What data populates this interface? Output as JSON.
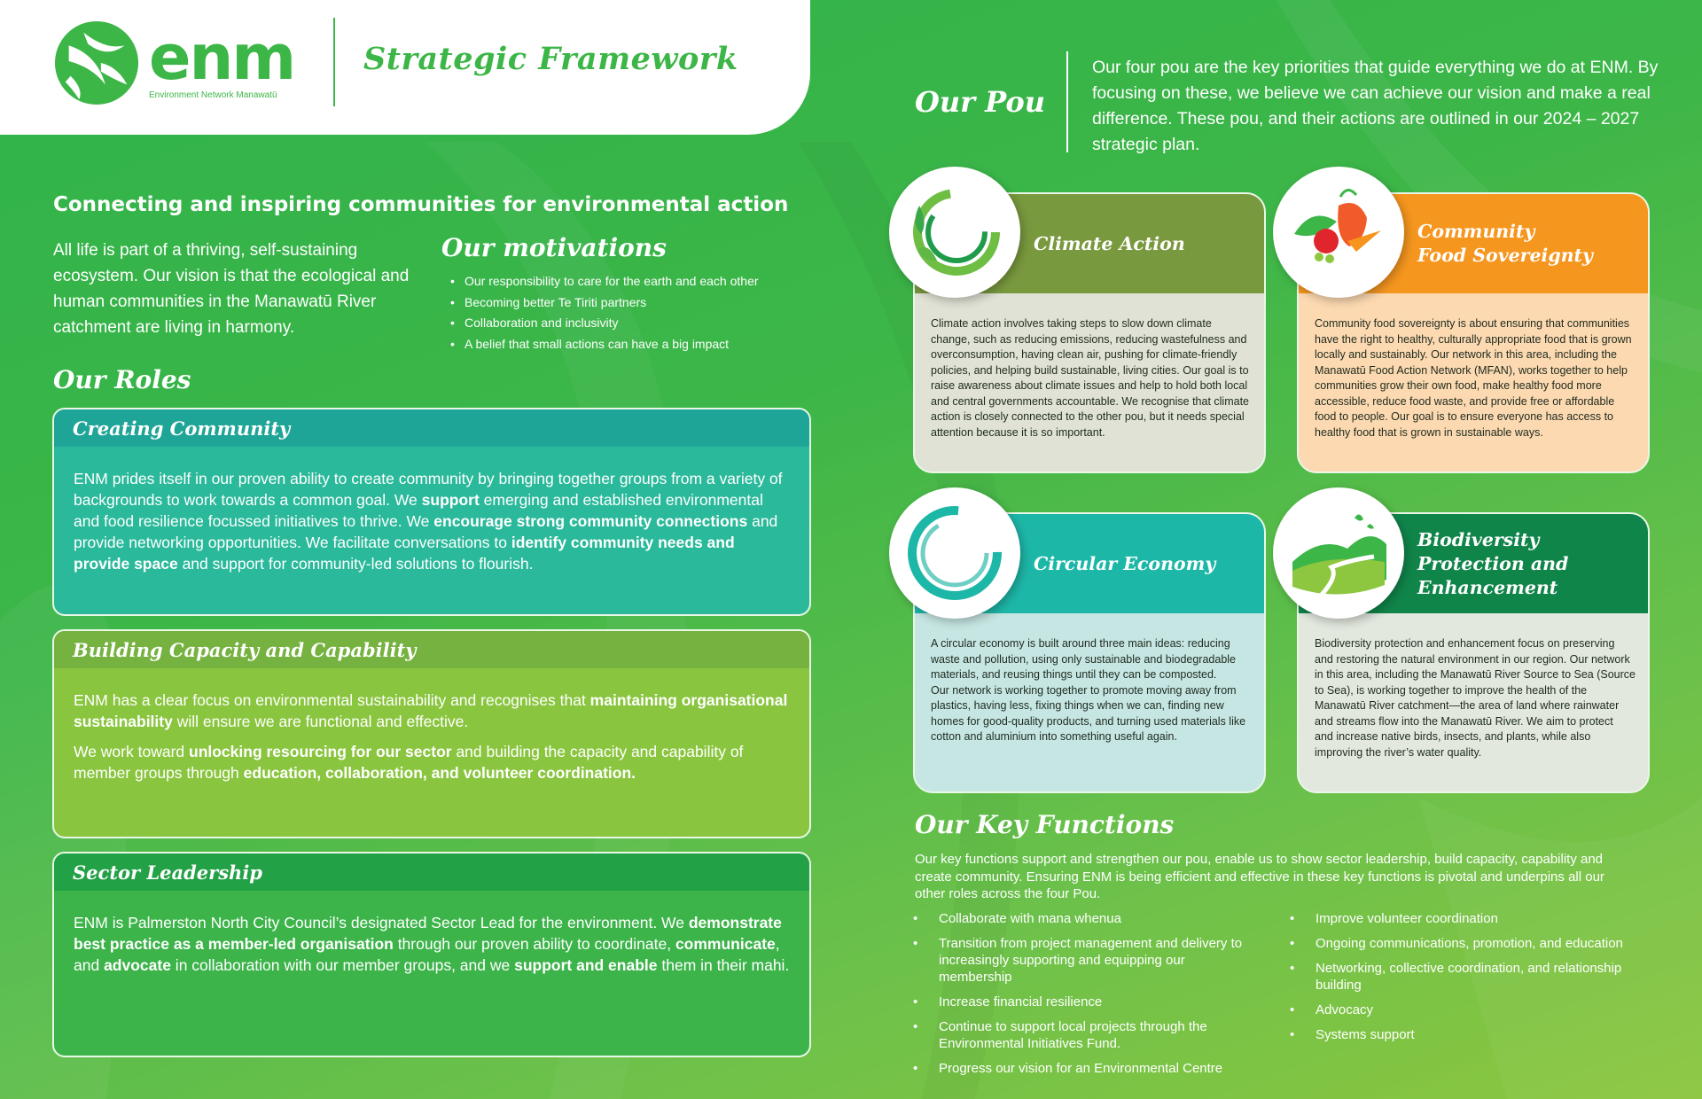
{
  "header": {
    "logo_word": "enm",
    "logo_subtitle": "Environment Network Manawatū",
    "title": "Strategic Framework"
  },
  "intro": {
    "tagline": "Connecting and inspiring communities for environmental action",
    "vision": "All life is part of a thriving, self-sustaining ecosystem. Our vision is that the ecological and human communities in the Manawatū River catchment are living in harmony."
  },
  "motivations": {
    "title": "Our motivations",
    "items": [
      "Our responsibility to care for the earth and each other",
      "Becoming better Te Tiriti partners",
      "Collaboration and inclusivity",
      "A belief that small actions can have a big impact"
    ]
  },
  "roles": {
    "title": "Our Roles",
    "items": [
      {
        "title": "Creating Community",
        "paragraphs": [
          [
            {
              "t": "ENM prides itself in our proven ability to create community by bringing together groups from a variety of backgrounds to work towards a common goal. We ",
              "b": false
            },
            {
              "t": "support",
              "b": true
            },
            {
              "t": " emerging and established environmental and food resilience focussed initiatives to thrive. We ",
              "b": false
            },
            {
              "t": "encourage strong community connections",
              "b": true
            },
            {
              "t": " and provide networking opportunities. We facilitate conversations to ",
              "b": false
            },
            {
              "t": "identify community needs and provide space",
              "b": true
            },
            {
              "t": " and support for community-led solutions to flourish.",
              "b": false
            }
          ]
        ]
      },
      {
        "title": "Building Capacity and Capability",
        "paragraphs": [
          [
            {
              "t": "ENM has a clear focus on environmental sustainability and recognises that ",
              "b": false
            },
            {
              "t": "maintaining organisational sustainability",
              "b": true
            },
            {
              "t": " will ensure we are functional and effective.",
              "b": false
            }
          ],
          [
            {
              "t": "We work toward ",
              "b": false
            },
            {
              "t": "unlocking resourcing for our sector",
              "b": true
            },
            {
              "t": " and building the capacity and capability of member groups through ",
              "b": false
            },
            {
              "t": "education, collaboration, and volunteer coordination.",
              "b": true
            }
          ]
        ]
      },
      {
        "title": "Sector Leadership",
        "paragraphs": [
          [
            {
              "t": "ENM is Palmerston North City Council’s designated Sector Lead for the environment. We ",
              "b": false
            },
            {
              "t": "demonstrate best practice as a member-led organisation",
              "b": true
            },
            {
              "t": " through our proven ability to coordinate, ",
              "b": false
            },
            {
              "t": "communicate",
              "b": true
            },
            {
              "t": ", and ",
              "b": false
            },
            {
              "t": "advocate",
              "b": true
            },
            {
              "t": " in collaboration with our member groups, and we ",
              "b": false
            },
            {
              "t": "support and enable",
              "b": true
            },
            {
              "t": " them in their mahi.",
              "b": false
            }
          ]
        ]
      }
    ]
  },
  "pou": {
    "title": "Our Pou",
    "intro": "Our four pou are the key priorities that guide everything we do at ENM. By focusing on these, we believe we can achieve our vision and make a real difference. These pou, and their actions are outlined in our 2024 – 2027 strategic plan.",
    "items": [
      {
        "name_lines": [
          "Climate Action"
        ],
        "icon": "climate-circle-icon",
        "paragraphs": [
          "Climate action involves taking steps to slow down climate change, such as reducing emissions, reducing wastefulness and overconsumption, having clean air, pushing for climate-friendly policies, and helping build sustainable, living cities. Our goal is to raise awareness about climate issues and help to hold both local and central governments accountable.  We recognise that climate action is closely connected to the other pou, but it needs special attention because it is so important."
        ]
      },
      {
        "name_lines": [
          "Community",
          "Food Sovereignty"
        ],
        "icon": "vegetables-icon",
        "paragraphs": [
          "Community food sovereignty is about ensuring that communities have the right to healthy, culturally appropriate food that is grown locally and sustainably. Our network in this area, including the Manawatū Food Action Network (MFAN), works together to help communities grow their own food, make healthy food more accessible, reduce food waste, and provide free or affordable food to people. Our goal is to ensure everyone has access to healthy food that is grown in sustainable ways."
        ]
      },
      {
        "name_lines": [
          "Circular Economy"
        ],
        "icon": "circular-economy-icon",
        "paragraphs": [
          "A circular economy is built around three main ideas: reducing waste and pollution, using only sustainable and biodegradable materials, and reusing things until they can be composted.",
          "Our network is working together to promote moving away from plastics, having less, fixing things when we can, finding new homes for good-quality products, and turning used materials like cotton and aluminium into something useful again."
        ]
      },
      {
        "name_lines": [
          "Biodiversity",
          "Protection and",
          "Enhancement"
        ],
        "icon": "river-landscape-icon",
        "paragraphs": [
          "Biodiversity protection and enhancement focus on preserving and restoring the natural environment in our region. Our network in this area, including the Manawatū River Source to Sea (Source to Sea), is working together to improve the health of the Manawatū River catchment—the area of land where rainwater and streams flow into the Manawatū River. We aim to protect",
          "and increase native birds, insects, and plants, while also improving the river’s water quality."
        ]
      }
    ]
  },
  "key_functions": {
    "title": "Our Key Functions",
    "intro": "Our key functions support and strengthen our pou, enable us to show sector leadership, build capacity, capability and create community. Ensuring ENM is being efficient and effective in these key functions is pivotal and underpins all our other roles across the four Pou.",
    "left": [
      "Collaborate with mana whenua",
      "Transition from project management and delivery to increasingly supporting and equipping our membership",
      "Increase financial resilience",
      "Continue to support local projects through the Environmental Initiatives Fund.",
      "Progress our vision for an Environmental Centre"
    ],
    "right": [
      "Improve volunteer coordination",
      "Ongoing communications, promotion, and education",
      "Networking, collective coordination, and relationship building",
      "Advocacy",
      "Systems support"
    ]
  },
  "colors": {
    "brand_green": "#3db648",
    "creating_community": "#2ab99a",
    "building_capacity": "#8ac53f",
    "sector_leadership": "#3cb44a",
    "climate_action": "#79993e",
    "food_sovereignty": "#f5961f",
    "circular_economy": "#1db7a8",
    "biodiversity": "#10854a"
  }
}
